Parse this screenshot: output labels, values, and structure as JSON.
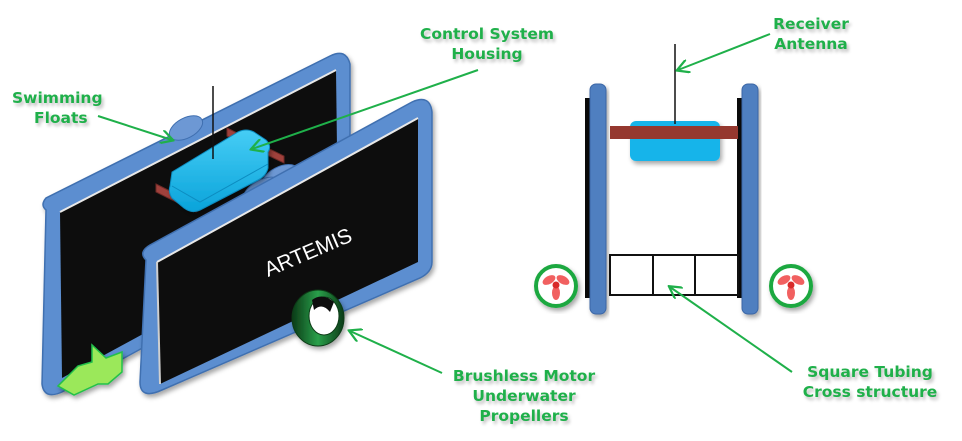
{
  "title": "ARTEMIS vehicle layout diagram",
  "colors": {
    "label_green": "#1fb04a",
    "panel_black": "#0e0e0e",
    "float_blue": "#4f7fc0",
    "housing_cyan": "#15b4ea",
    "bracket_red": "#a0413c",
    "motor_green": "#1e8a3a",
    "propeller_red": "#ee4444",
    "direction_arrow": "#9be85a"
  },
  "isometric_view": {
    "hull_text": "ARTEMIS",
    "labels": {
      "swimming_floats": [
        "Swimming",
        "Floats"
      ],
      "control_system_housing": [
        "Control System",
        "Housing"
      ],
      "brushless_motor": [
        "Brushless Motor",
        "Underwater",
        "Propellers"
      ]
    },
    "direction_icon": "direction-arrow-icon"
  },
  "top_view": {
    "labels": {
      "receiver_antenna": [
        "Receiver",
        "Antenna"
      ],
      "square_tubing": [
        "Square Tubing",
        "Cross structure"
      ]
    },
    "cross_structure_cells": 3,
    "propeller_count": 2
  }
}
